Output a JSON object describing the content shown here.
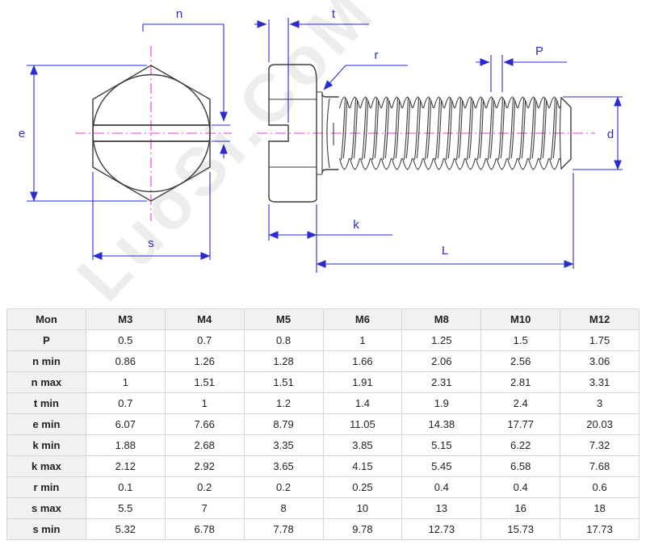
{
  "drawing": {
    "watermark": "LuoSi.CoM",
    "labels": {
      "n": "n",
      "t": "t",
      "r": "r",
      "P": "P",
      "e": "e",
      "d": "d",
      "k": "k",
      "L": "L",
      "s": "s"
    },
    "colors": {
      "dimension_blue": "#2b2bd0",
      "centerline_magenta": "#e93ecb",
      "outline_dark": "#3c3c3c",
      "watermark_gray": "#ededed"
    }
  },
  "table": {
    "columns": [
      "Mon",
      "M3",
      "M4",
      "M5",
      "M6",
      "M8",
      "M10",
      "M12"
    ],
    "rows": [
      {
        "label": "P",
        "values": [
          "0.5",
          "0.7",
          "0.8",
          "1",
          "1.25",
          "1.5",
          "1.75"
        ]
      },
      {
        "label": "n min",
        "values": [
          "0.86",
          "1.26",
          "1.28",
          "1.66",
          "2.06",
          "2.56",
          "3.06"
        ]
      },
      {
        "label": "n max",
        "values": [
          "1",
          "1.51",
          "1.51",
          "1.91",
          "2.31",
          "2.81",
          "3.31"
        ]
      },
      {
        "label": "t min",
        "values": [
          "0.7",
          "1",
          "1.2",
          "1.4",
          "1.9",
          "2.4",
          "3"
        ]
      },
      {
        "label": "e min",
        "values": [
          "6.07",
          "7.66",
          "8.79",
          "11.05",
          "14.38",
          "17.77",
          "20.03"
        ]
      },
      {
        "label": "k min",
        "values": [
          "1.88",
          "2.68",
          "3.35",
          "3.85",
          "5.15",
          "6.22",
          "7.32"
        ]
      },
      {
        "label": "k max",
        "values": [
          "2.12",
          "2.92",
          "3.65",
          "4.15",
          "5.45",
          "6.58",
          "7.68"
        ]
      },
      {
        "label": "r min",
        "values": [
          "0.1",
          "0.2",
          "0.2",
          "0.25",
          "0.4",
          "0.4",
          "0.6"
        ]
      },
      {
        "label": "s max",
        "values": [
          "5.5",
          "7",
          "8",
          "10",
          "13",
          "16",
          "18"
        ]
      },
      {
        "label": "s min",
        "values": [
          "5.32",
          "6.78",
          "7.78",
          "9.78",
          "12.73",
          "15.73",
          "17.73"
        ]
      }
    ]
  }
}
